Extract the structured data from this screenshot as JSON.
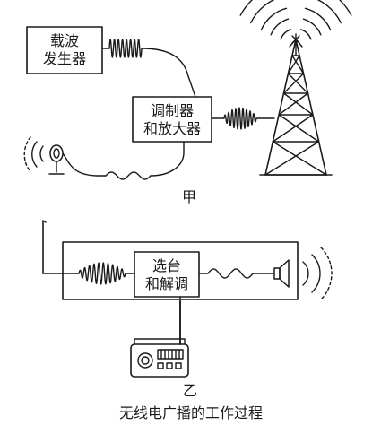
{
  "transmitter": {
    "carrier_box": [
      "载波",
      "发生器"
    ],
    "modulator_box": [
      "调制器",
      "和放大器"
    ],
    "label": "甲"
  },
  "receiver": {
    "tuner_box": [
      "选台",
      "和解调"
    ],
    "label": "乙"
  },
  "caption": "无线电广播的工作过程",
  "colors": {
    "stroke": "#1a1a1a",
    "background": "#ffffff"
  },
  "icons": [
    "microphone-icon",
    "transmission-tower-icon",
    "receiving-antenna-icon",
    "speaker-icon",
    "radio-icon"
  ]
}
